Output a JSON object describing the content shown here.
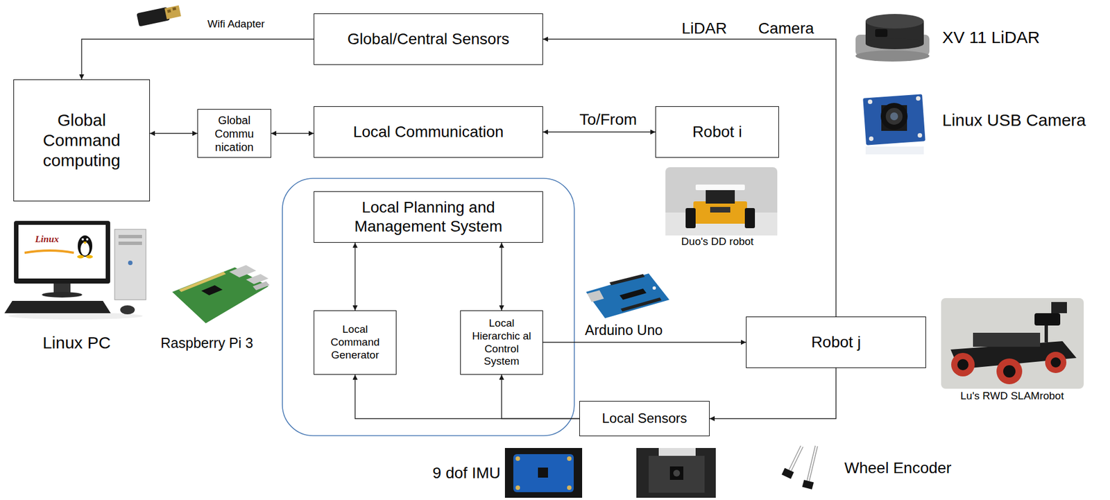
{
  "diagram": {
    "nodes": [
      {
        "text": [
          "Global/Central Sensors"
        ]
      },
      {
        "text": [
          "Global Command computing"
        ]
      },
      {
        "text": [
          "Global Commu nication"
        ]
      },
      {
        "text": [
          "Local Communication"
        ]
      },
      {
        "text": [
          "Robot i"
        ]
      },
      {
        "text": [
          "Local Planning and Management System"
        ]
      },
      {
        "text": [
          "Local Command Generator"
        ]
      },
      {
        "text": [
          "Local Hierarchic al Control System"
        ]
      },
      {
        "text": [
          "Robot j"
        ]
      },
      {
        "text": [
          "Local Sensors"
        ]
      }
    ],
    "edges": [
      {
        "from": 0,
        "to": 1,
        "arrow": "to"
      },
      {
        "from": 1,
        "to": 2,
        "arrow": "both"
      },
      {
        "from": 2,
        "to": 3,
        "arrow": "both"
      },
      {
        "from": 3,
        "to": 4,
        "arrow": "both",
        "label": "To/From"
      },
      {
        "from": 8,
        "to": 0,
        "arrow": "to"
      },
      {
        "from": 5,
        "to": 6,
        "arrow": "both"
      },
      {
        "from": 5,
        "to": 7,
        "arrow": "both"
      },
      {
        "from": 7,
        "to": 8,
        "arrow": "to"
      },
      {
        "from": 8,
        "to": 9,
        "arrow": "to"
      },
      {
        "from": 9,
        "to": 6,
        "arrow": "to"
      },
      {
        "from": 9,
        "to": 7,
        "arrow": "to"
      }
    ],
    "labels": [
      "Wifi Adapter",
      "LiDAR",
      "Camera",
      "XV 11 LiDAR",
      "Linux USB Camera",
      "Linux",
      "Duo's DD robot",
      "Linux PC",
      "Raspberry Pi 3",
      "Arduino Uno",
      "Lu's RWD SLAMrobot",
      "9 dof IMU",
      "Wheel Encoder"
    ]
  }
}
